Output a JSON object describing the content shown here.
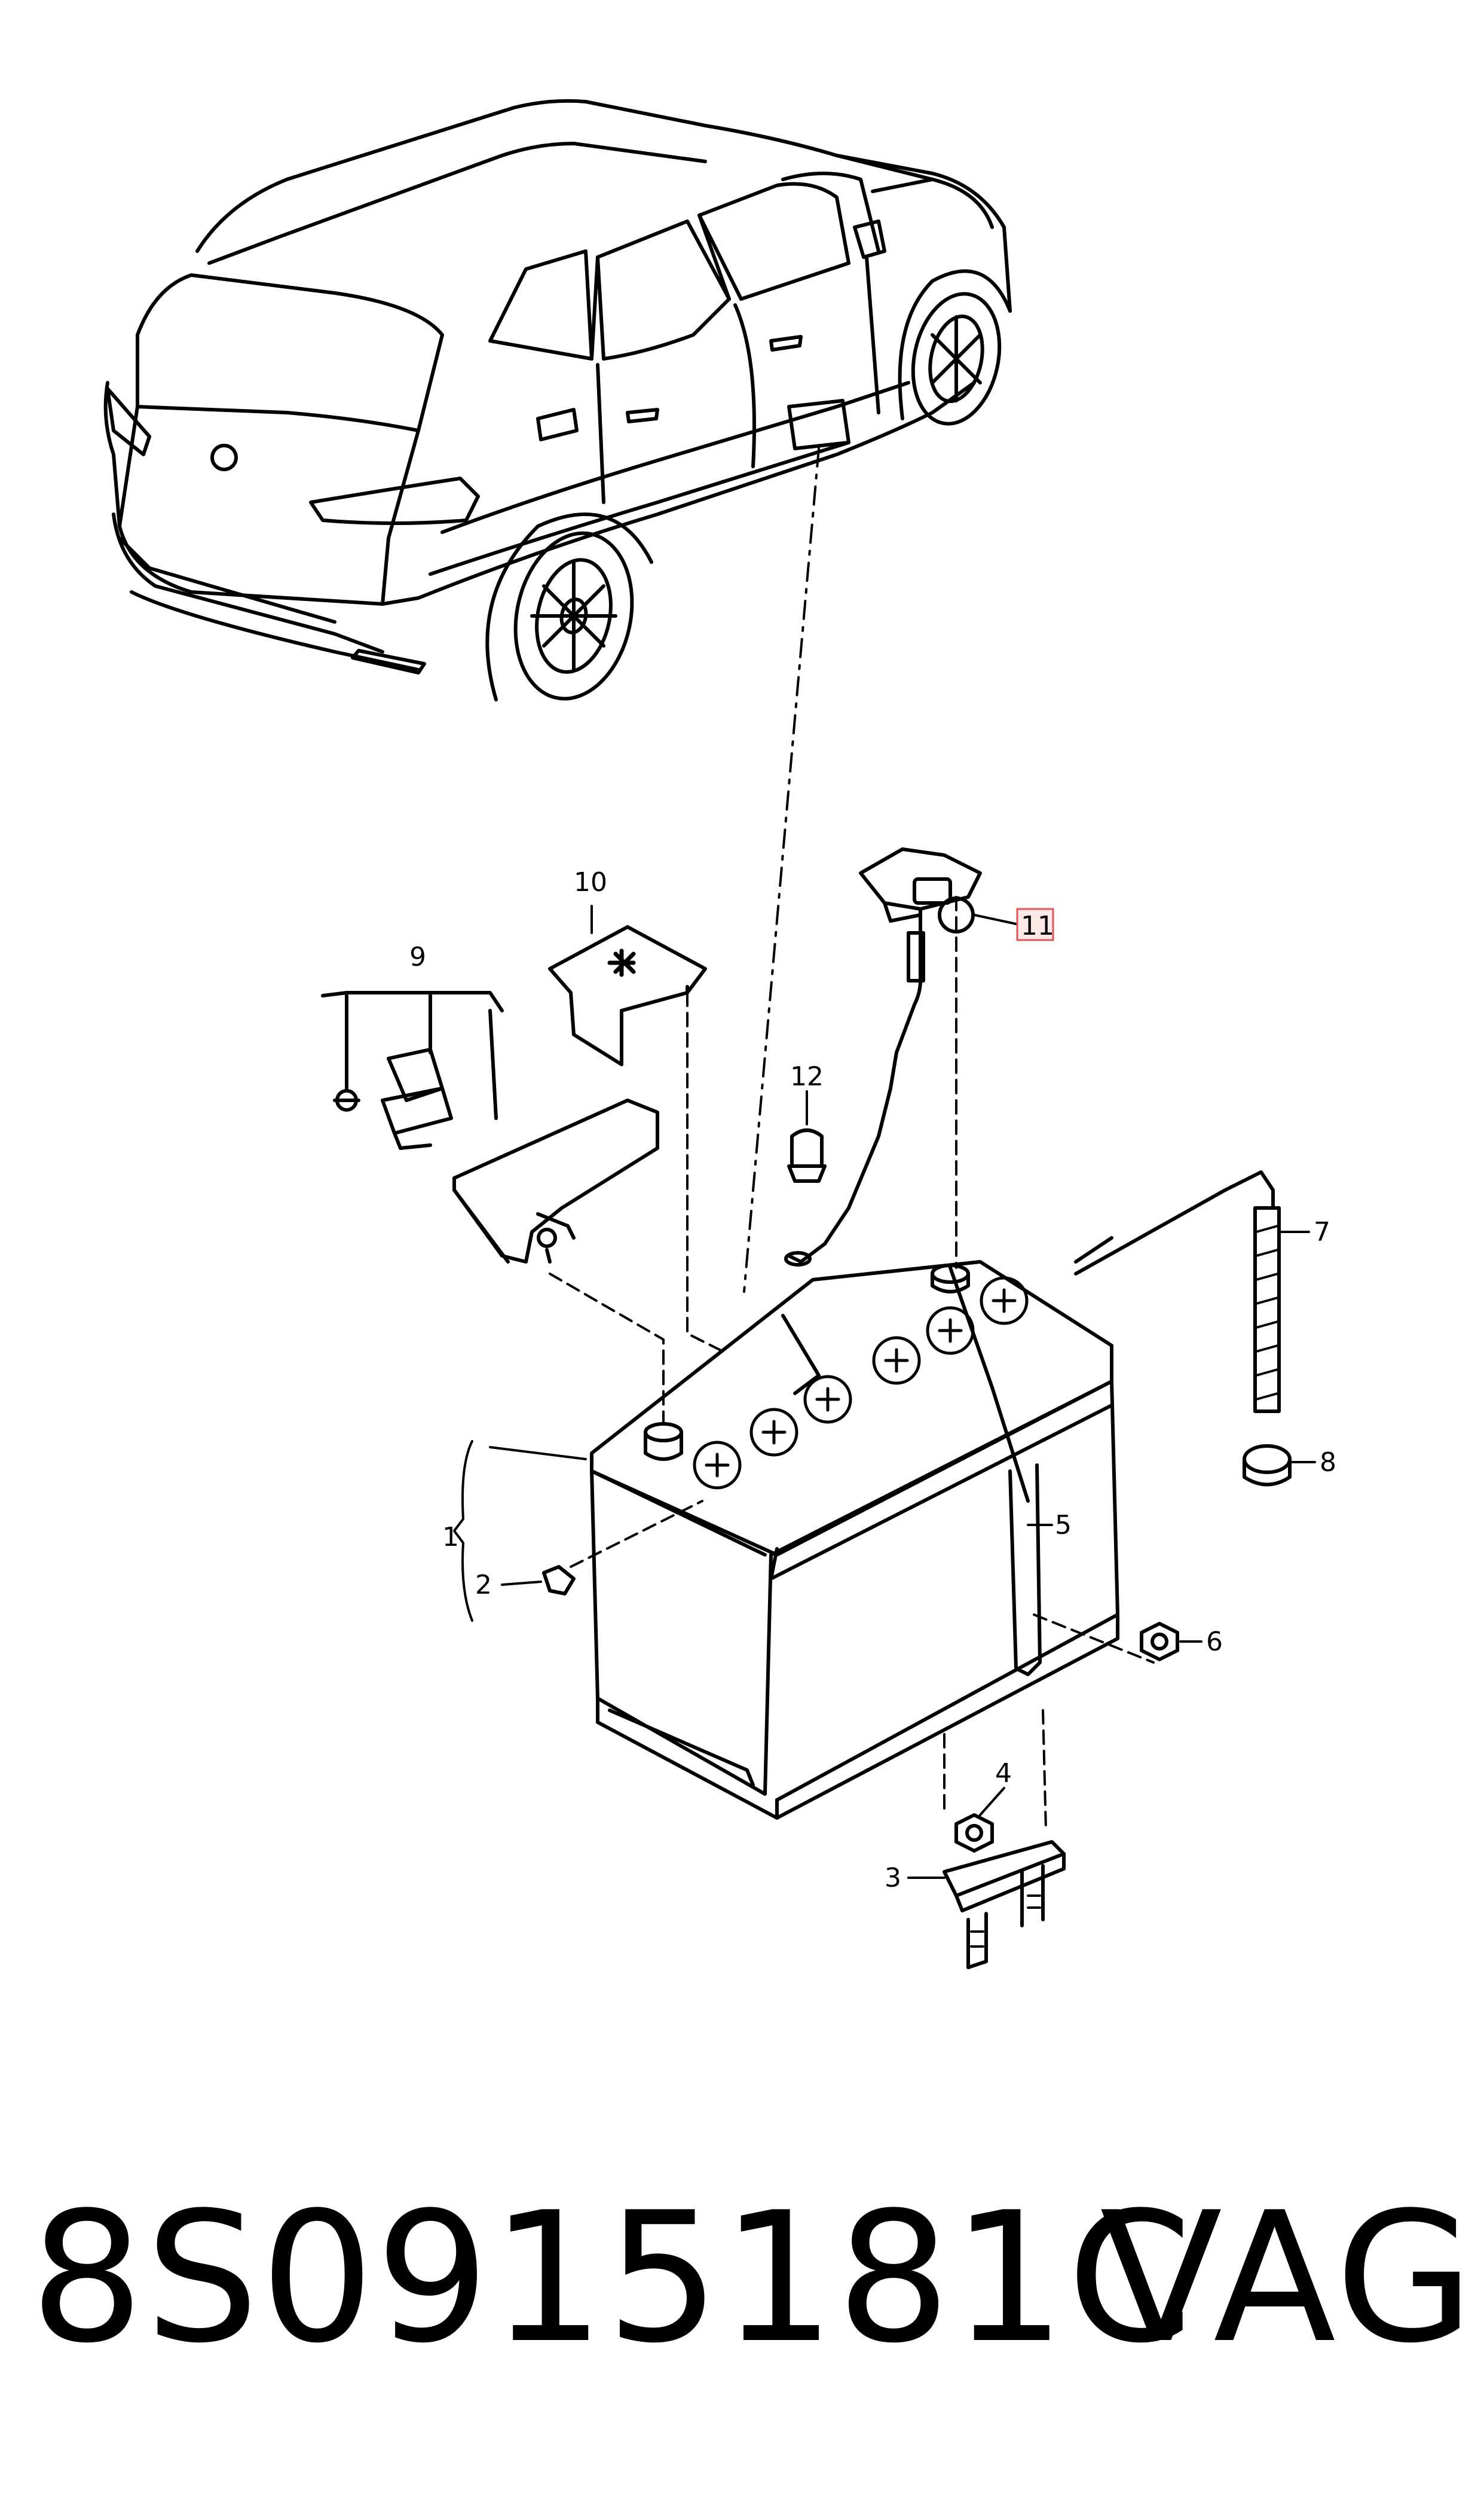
{
  "callouts": {
    "c1": "1",
    "c2": "2",
    "c3": "3",
    "c4": "4",
    "c5": "5",
    "c6": "6",
    "c7": "7",
    "c8": "8",
    "c9": "9",
    "c10": "10",
    "c11": "11",
    "c12": "12"
  },
  "highlighted_callout": "11",
  "highlight_color": "#e05555",
  "caption": {
    "part_number": "8S0915181C",
    "brand": "VAG"
  }
}
